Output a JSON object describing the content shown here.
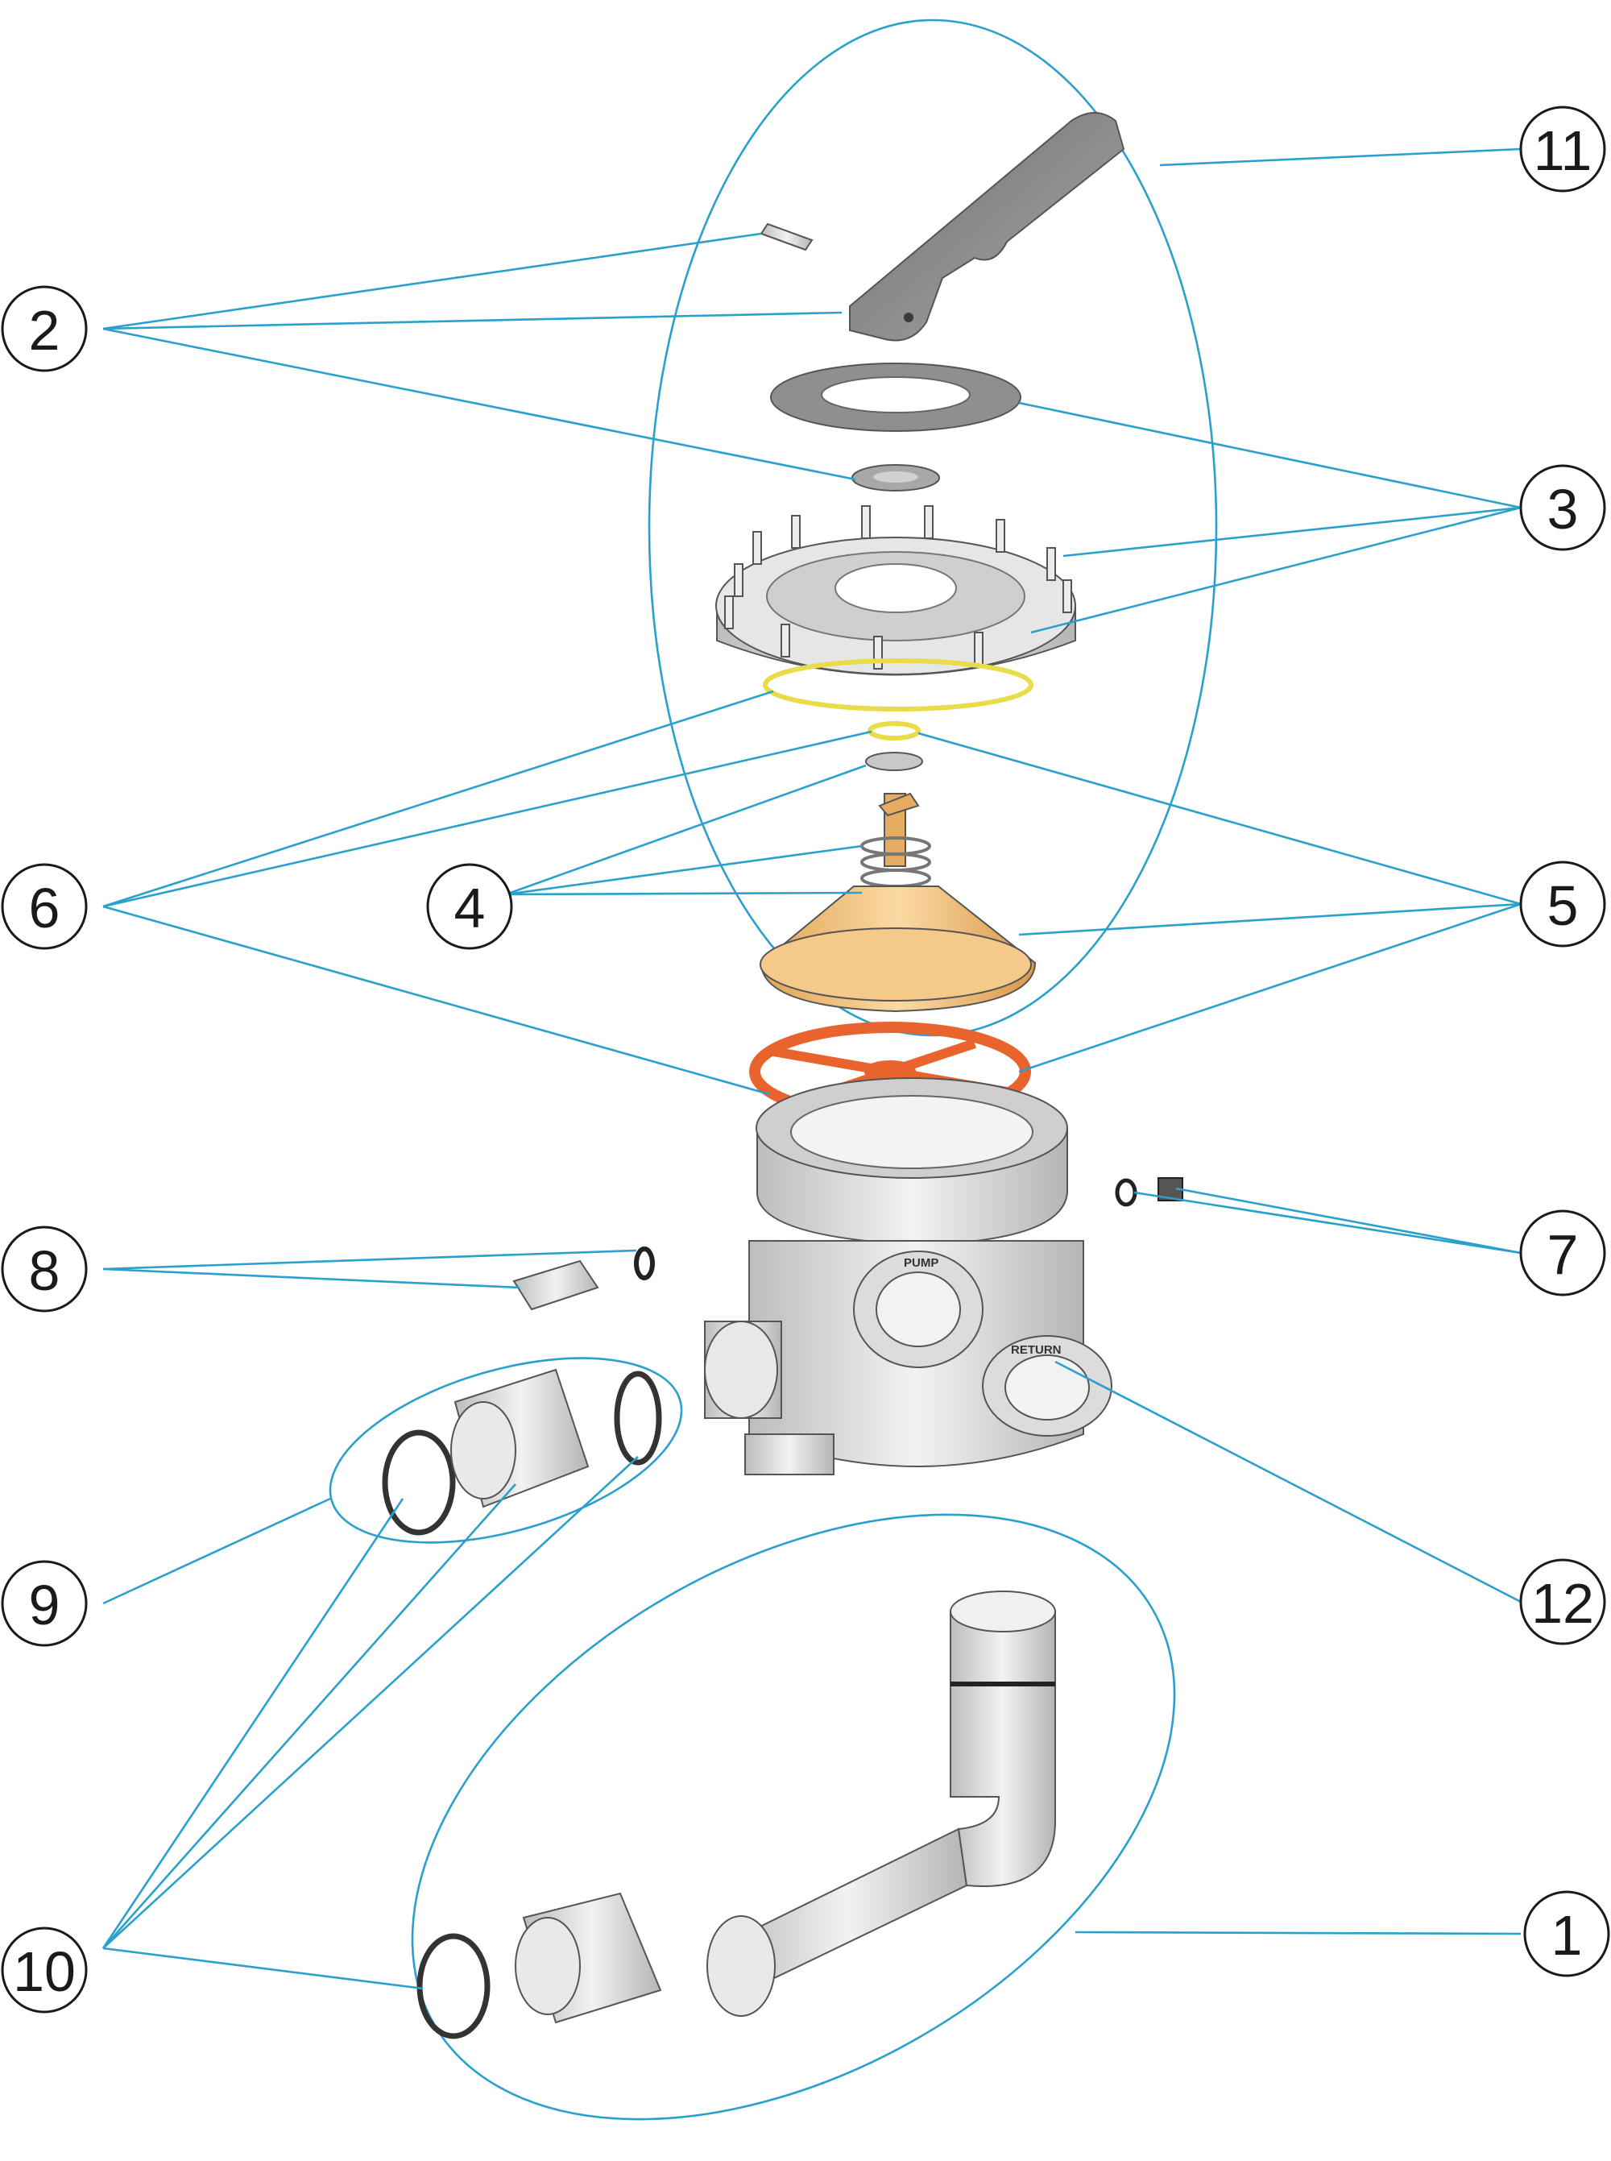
{
  "callouts": [
    {
      "label": "1"
    },
    {
      "label": "2"
    },
    {
      "label": "3"
    },
    {
      "label": "4"
    },
    {
      "label": "5"
    },
    {
      "label": "6"
    },
    {
      "label": "7"
    },
    {
      "label": "8"
    },
    {
      "label": "9"
    },
    {
      "label": "10"
    },
    {
      "label": "11"
    },
    {
      "label": "12"
    }
  ],
  "port_labels": {
    "pump": "PUMP",
    "return": "RETURN"
  },
  "colors": {
    "leader": "#2aa0cc",
    "handle": "#8c8c8c",
    "body": "#d9d9d9",
    "rotor": "#f2bf7a",
    "star_gasket": "#e8642c",
    "oring_yellow": "#e8dc4a"
  }
}
